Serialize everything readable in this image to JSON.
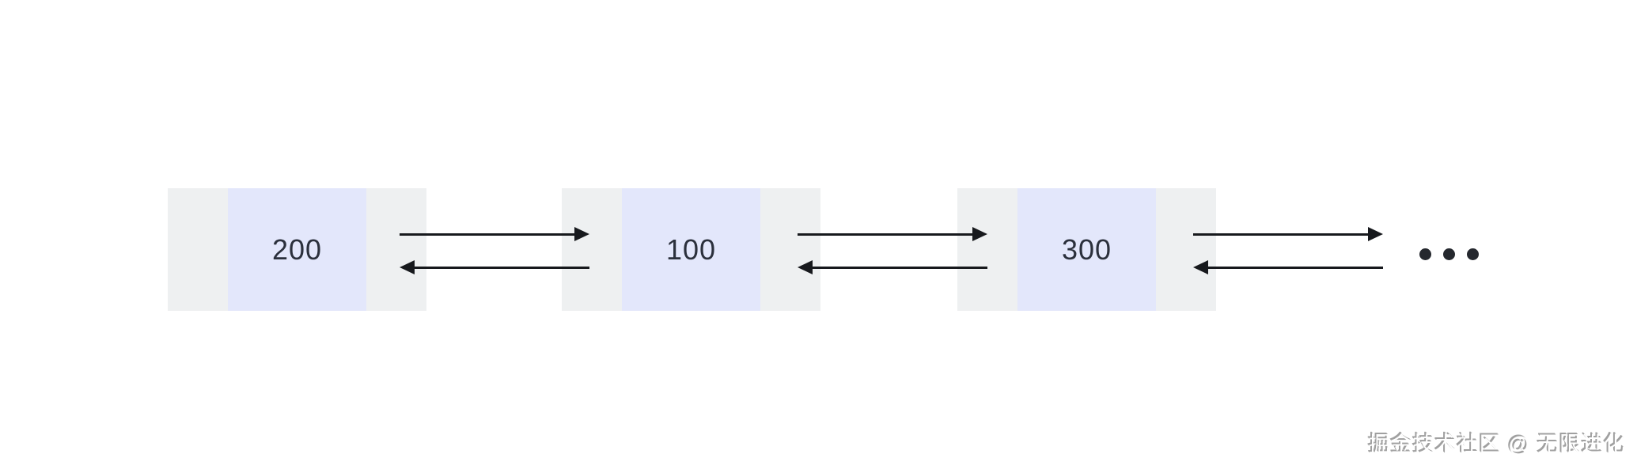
{
  "diagram": {
    "type": "doubly-linked-list",
    "nodes": [
      {
        "value": "200"
      },
      {
        "value": "100"
      },
      {
        "value": "300"
      }
    ],
    "ellipsis_dot_count": 3
  },
  "watermark": {
    "text": "掘金技术社区 @ 无限进化"
  },
  "colors": {
    "section_bg": "#eef0f1",
    "value_bg": "#e3e7fb",
    "value_color": "#2b303c",
    "arrow_color": "#17191d",
    "dot_color": "#25282e",
    "watermark_color": "#a0a0a0"
  }
}
